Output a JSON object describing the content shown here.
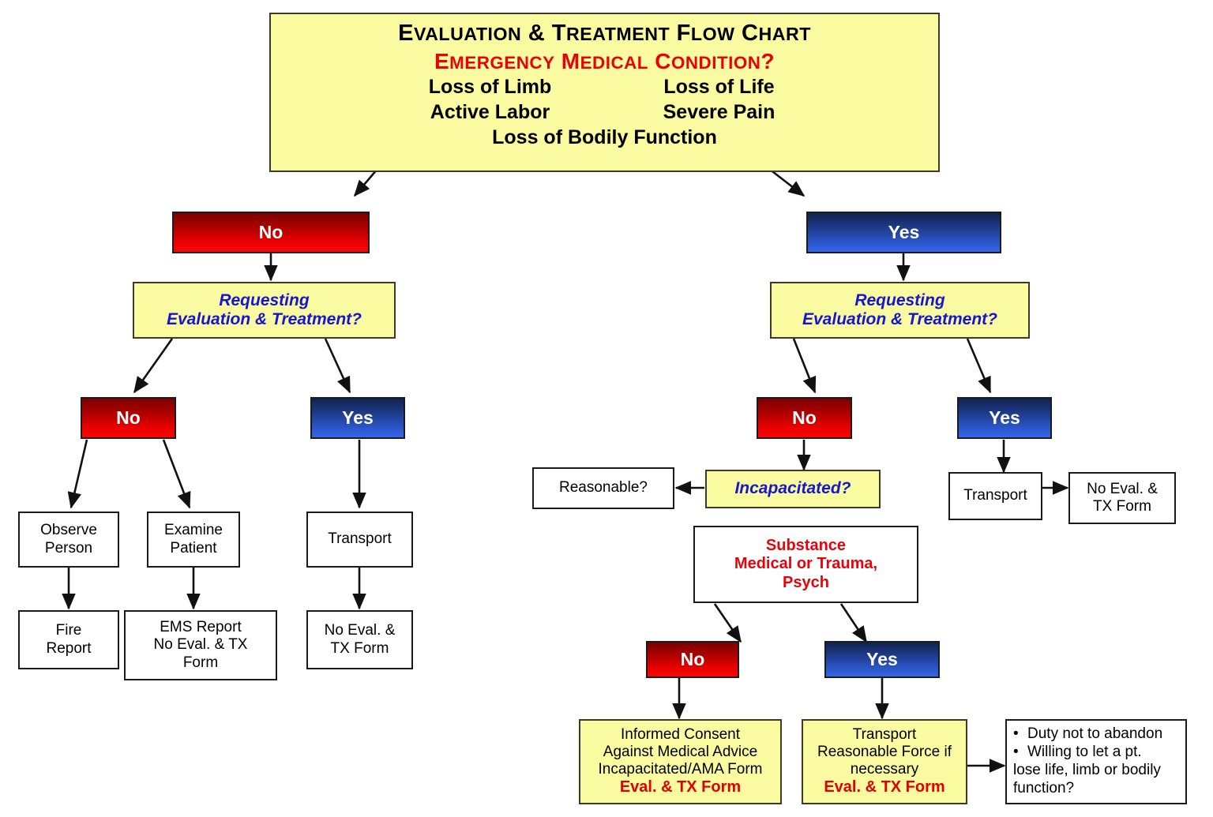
{
  "title_box": {
    "line1": "Evaluation & Treatment Flow Chart",
    "line2": "Emergency Medical Condition?",
    "item_left_1": "Loss of Limb",
    "item_right_1": "Loss of Life",
    "item_left_2": "Active Labor",
    "item_right_2": "Severe Pain",
    "item_center": "Loss of Bodily Function"
  },
  "left_branch": {
    "decision_no": "No",
    "requesting_line1": "Requesting",
    "requesting_line2": "Evaluation & Treatment?",
    "sub_no": "No",
    "sub_yes": "Yes",
    "observe_person": "Observe\nPerson",
    "examine_patient": "Examine\nPatient",
    "transport": "Transport",
    "fire_report": "Fire\nReport",
    "ems_report": "EMS Report\nNo Eval. & TX\nForm",
    "no_eval_tx_form": "No Eval. &\nTX Form"
  },
  "right_branch": {
    "decision_yes": "Yes",
    "requesting_line1": "Requesting",
    "requesting_line2": "Evaluation & Treatment?",
    "sub_no": "No",
    "sub_yes": "Yes",
    "reasonable": "Reasonable?",
    "incapacitated": "Incapacitated?",
    "substance": "Substance\nMedical or Trauma,\nPsych",
    "transport": "Transport",
    "no_eval_tx_form": "No Eval. &\nTX Form",
    "outcome_no": "No",
    "outcome_yes": "Yes",
    "informed_consent_lines": "Informed Consent\nAgainst Medical Advice\nIncapacitated/AMA Form",
    "informed_consent_red": "Eval. & TX Form",
    "transport_force_lines": "Transport\nReasonable Force if\nnecessary",
    "transport_force_red": "Eval. & TX Form",
    "note_bullet_1": "Duty not to abandon",
    "note_bullet_2": "Willing to let a pt.",
    "note_wrap_1": "lose life, limb or bodily",
    "note_wrap_2": "function?"
  },
  "colors": {
    "yellow_fill": "#FAFAA0",
    "yellow_border": "#3B3B28",
    "red_dark": "#7C0000",
    "red_bright": "#FB0505",
    "blue_dark": "#12224F",
    "blue_bright": "#3566EA",
    "question_blue": "#1616CF",
    "alert_red": "#E8030A",
    "box_border": "#1B1B1B"
  }
}
